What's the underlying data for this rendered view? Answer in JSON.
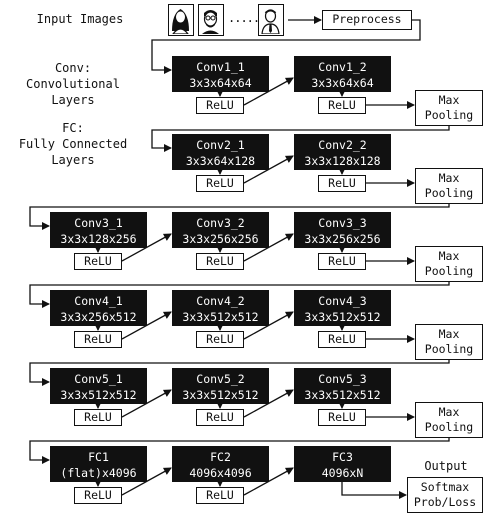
{
  "input": {
    "label": "Input Images",
    "ellipsis": "......",
    "preprocess": "Preprocess"
  },
  "side_labels": {
    "conv": [
      "Conv:",
      "Convolutional",
      "Layers"
    ],
    "fc": [
      "FC:",
      "Fully Connected",
      "Layers"
    ]
  },
  "relu_label": "ReLU",
  "pool_label": [
    "Max",
    "Pooling"
  ],
  "rows": [
    {
      "blocks": [
        {
          "name": "Conv1_1",
          "shape": "3x3x64x64"
        },
        {
          "name": "Conv1_2",
          "shape": "3x3x64x64"
        }
      ]
    },
    {
      "blocks": [
        {
          "name": "Conv2_1",
          "shape": "3x3x64x128"
        },
        {
          "name": "Conv2_2",
          "shape": "3x3x128x128"
        }
      ]
    },
    {
      "blocks": [
        {
          "name": "Conv3_1",
          "shape": "3x3x128x256"
        },
        {
          "name": "Conv3_2",
          "shape": "3x3x256x256"
        },
        {
          "name": "Conv3_3",
          "shape": "3x3x256x256"
        }
      ]
    },
    {
      "blocks": [
        {
          "name": "Conv4_1",
          "shape": "3x3x256x512"
        },
        {
          "name": "Conv4_2",
          "shape": "3x3x512x512"
        },
        {
          "name": "Conv4_3",
          "shape": "3x3x512x512"
        }
      ]
    },
    {
      "blocks": [
        {
          "name": "Conv5_1",
          "shape": "3x3x512x512"
        },
        {
          "name": "Conv5_2",
          "shape": "3x3x512x512"
        },
        {
          "name": "Conv5_3",
          "shape": "3x3x512x512"
        }
      ]
    },
    {
      "blocks": [
        {
          "name": "FC1",
          "shape": "(flat)x4096"
        },
        {
          "name": "FC2",
          "shape": "4096x4096"
        },
        {
          "name": "FC3",
          "shape": "4096xN"
        }
      ]
    }
  ],
  "output": {
    "label": "Output",
    "lines": [
      "Softmax",
      "Prob/Loss"
    ]
  }
}
